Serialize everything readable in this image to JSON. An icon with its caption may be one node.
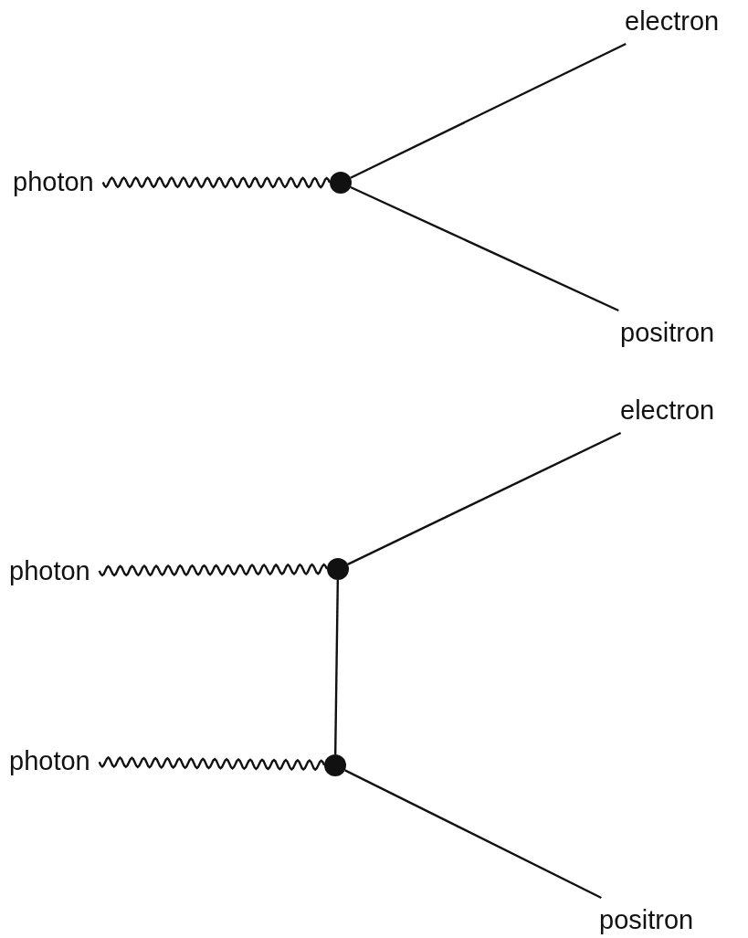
{
  "diagram": {
    "nodes": [
      {
        "text": [
          "photon"
        ]
      },
      {
        "text": [],
        "shape": "circle"
      },
      {
        "text": [
          "electron"
        ]
      },
      {
        "text": [
          "positron"
        ]
      },
      {
        "text": [
          "photon"
        ]
      },
      {
        "text": [],
        "shape": "circle"
      },
      {
        "text": [
          "electron"
        ]
      },
      {
        "text": [
          "photon"
        ]
      },
      {
        "text": [],
        "shape": "circle"
      },
      {
        "text": [
          "positron"
        ]
      }
    ],
    "edges": [
      {
        "from": 0,
        "to": 1,
        "arrow": "none"
      },
      {
        "from": 1,
        "to": 2,
        "arrow": "none"
      },
      {
        "from": 1,
        "to": 3,
        "arrow": "none"
      },
      {
        "from": 4,
        "to": 5,
        "arrow": "none"
      },
      {
        "from": 5,
        "to": 6,
        "arrow": "none"
      },
      {
        "from": 7,
        "to": 8,
        "arrow": "none"
      },
      {
        "from": 8,
        "to": 9,
        "arrow": "none"
      },
      {
        "from": 5,
        "to": 8,
        "arrow": "none"
      }
    ]
  }
}
